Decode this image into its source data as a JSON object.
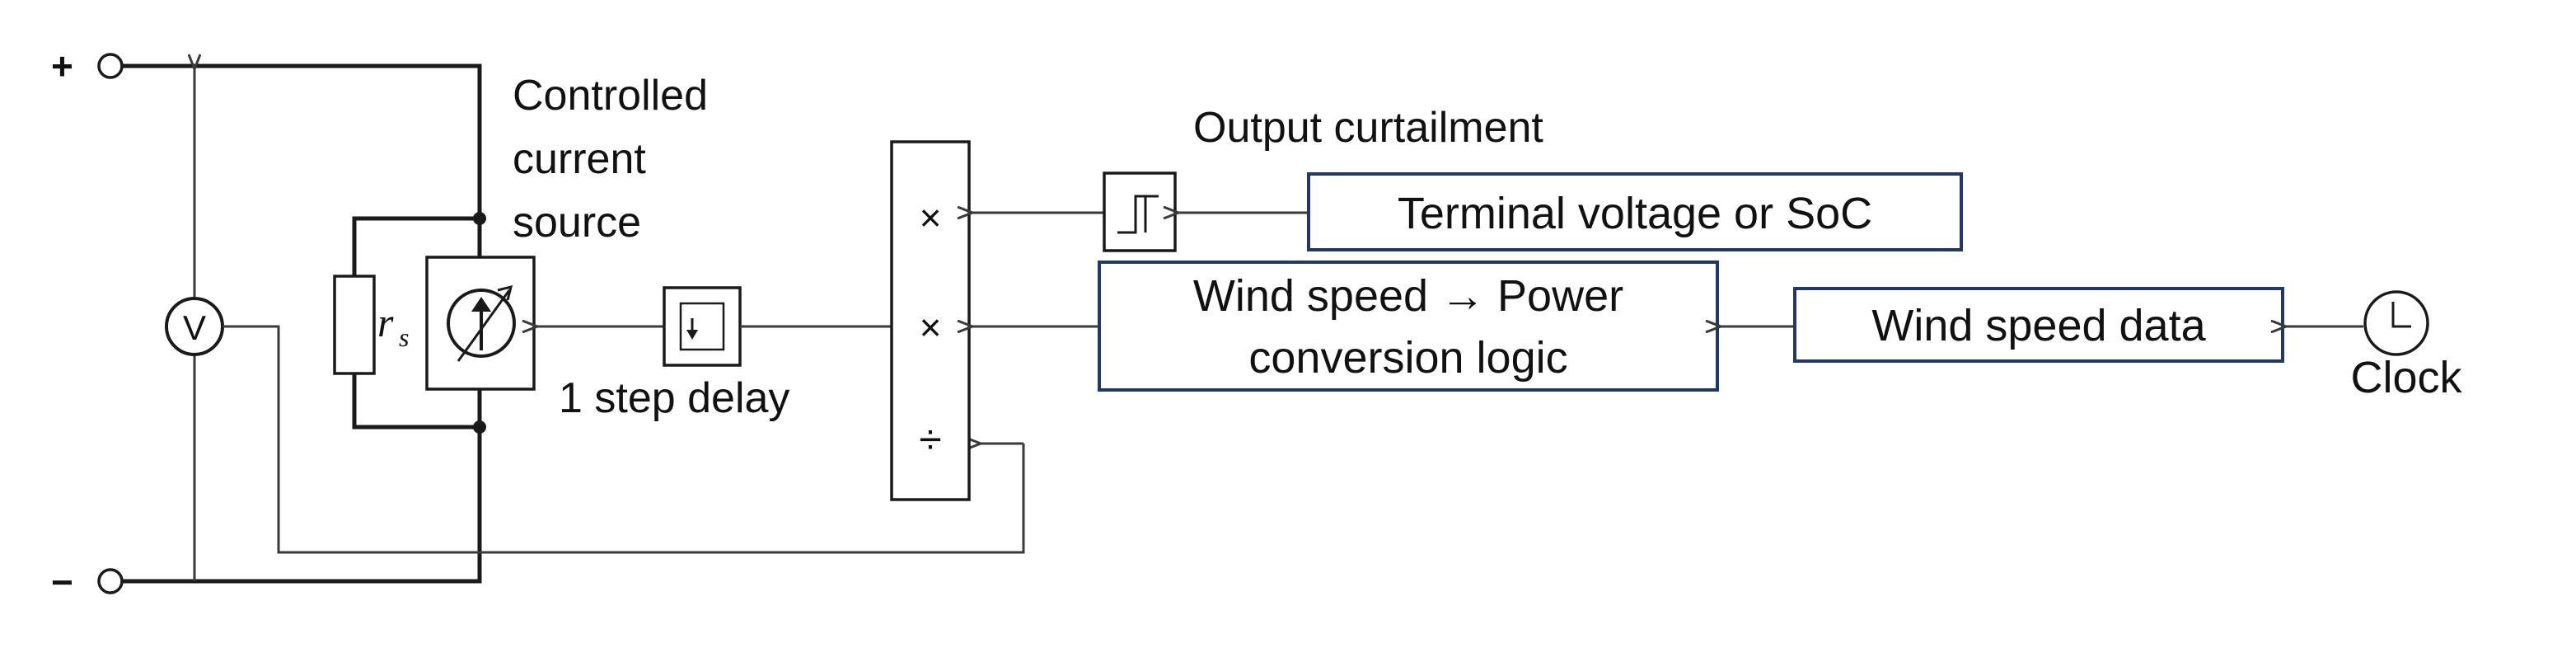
{
  "terminals": {
    "plus": "+",
    "minus": "−"
  },
  "labels": {
    "controlled_source": [
      "Controlled",
      "current",
      "source"
    ],
    "resistor": "r",
    "resistor_sub": "s",
    "voltmeter": "V",
    "delay": "1 step delay",
    "output_curtailment": "Output curtailment",
    "terminal_voltage": "Terminal voltage or SoC",
    "wind_power_logic": [
      "Wind speed → Power",
      "conversion logic"
    ],
    "wind_speed_data": "Wind speed data",
    "clock": "Clock"
  },
  "operators": {
    "mult1": "×",
    "mult2": "×",
    "div": "÷"
  },
  "colors": {
    "plus": "#e8202a",
    "minus": "#2050c0",
    "curtailment": "#2020e0",
    "box_border": "#1f3864"
  }
}
